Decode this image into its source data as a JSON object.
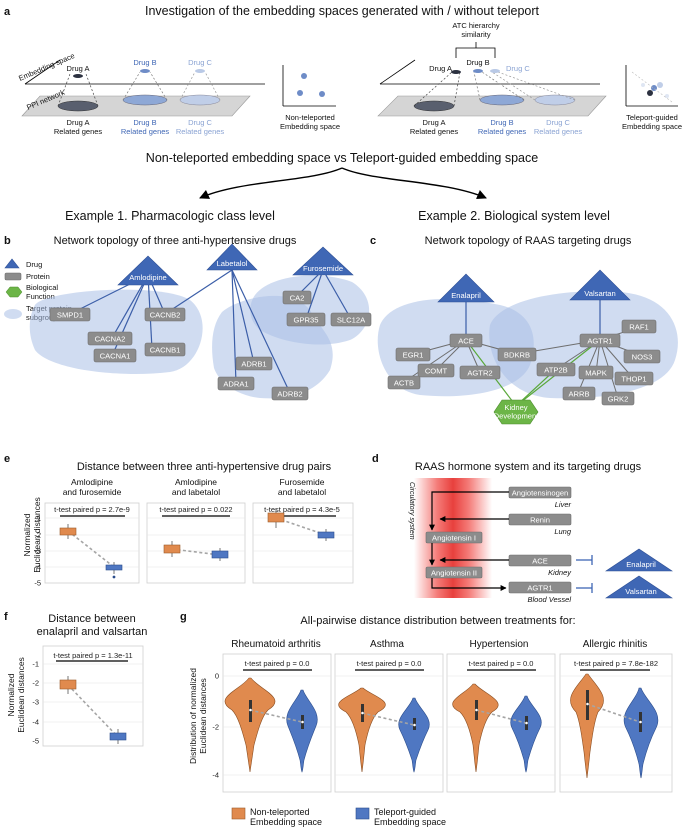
{
  "panel_a": {
    "label": "a",
    "title": "Investigation of the embedding spaces generated with / without teleport",
    "left_embedding_axis": "Embedding space",
    "left_ppi": "PPI network",
    "drugs": [
      "Drug A",
      "Drug B",
      "Drug C"
    ],
    "related_genes": [
      "Drug A\nRelated genes",
      "Drug B\nRelated genes",
      "Drug C\nRelated genes"
    ],
    "left_space_label": "Non-teleported\nEmbedding space",
    "atc_label": "ATC hierarchy\nsimilarity",
    "right_space_label": "Teleport-guided\nEmbedding space",
    "vs_title": "Non-teleported embedding space  vs  Teleport-guided embedding space",
    "example1": "Example 1. Pharmacologic class level",
    "example2": "Example 2. Biological system level"
  },
  "panel_b": {
    "label": "b",
    "title": "Network topology of three anti-hypertensive drugs",
    "legend": {
      "drug": "Drug",
      "protein": "Protein",
      "bio_function": "Biological\nFunction",
      "target_subgroup": "Target protein\nsubgroup"
    },
    "drugs": [
      "Amlodipine",
      "Labetalol",
      "Furosemide"
    ],
    "proteins": [
      "SMPD1",
      "CACNB2",
      "CACNA2",
      "CACNA1",
      "CACNB1",
      "ADRB1",
      "ADRA1",
      "ADRB2",
      "CA2",
      "GPR35",
      "SLC12A"
    ]
  },
  "panel_c": {
    "label": "c",
    "title": "Network topology of RAAS targeting drugs",
    "drugs": [
      "Enalapril",
      "Valsartan"
    ],
    "proteins": [
      "ACE",
      "EGR1",
      "COMT",
      "ACTB",
      "AGTR2",
      "BDKRB",
      "AGTR1",
      "RAF1",
      "ATP2B",
      "MAPK",
      "NOS3",
      "THOP1",
      "ARRB",
      "GRK2"
    ],
    "bio_function": "Kidney\nDevelopment"
  },
  "panel_d": {
    "label": "d",
    "title": "RAAS hormone system and its targeting drugs",
    "system_label": "Circulatory system",
    "hormones": [
      "Angiotensin I",
      "Angiotensin II"
    ],
    "sources": [
      {
        "name": "Angiotensinogen",
        "organ": "Liver"
      },
      {
        "name": "Renin",
        "organ": "Lung"
      },
      {
        "name": "ACE",
        "organ": "Kidney"
      },
      {
        "name": "AGTR1",
        "organ": "Blood Vessel"
      }
    ],
    "drugs": [
      "Enalapril",
      "Valsartan"
    ]
  },
  "panel_e": {
    "label": "e",
    "title": "Distance between three anti-hypertensive drug pairs",
    "ylabel": "Normalized\nEuclidean distances",
    "subplots": [
      {
        "title": "Amlodipine\nand furosemide",
        "pvalue": "t-test paired p = 2.7e-9"
      },
      {
        "title": "Amlodipine\nand labetalol",
        "pvalue": "t-test paired p = 0.022"
      },
      {
        "title": "Furosemide\nand labetalol",
        "pvalue": "t-test paired p = 4.3e-5"
      }
    ],
    "yticks": [
      "-1",
      "-2",
      "-3",
      "-4",
      "-5"
    ]
  },
  "panel_f": {
    "label": "f",
    "title": "Distance between\nenalapril and valsartan",
    "ylabel": "Normalized\nEuclidean distances",
    "pvalue": "t-test paired p = 1.3e-11",
    "yticks": [
      "-1",
      "-2",
      "-3",
      "-4",
      "-5"
    ]
  },
  "panel_g": {
    "label": "g",
    "title": "All-pairwise distance distribution between treatments for:",
    "ylabel": "Distribution of normalized\nEuclidean distances",
    "subplots": [
      {
        "title": "Rheumatoid arthritis",
        "pvalue": "t-test paired p = 0.0"
      },
      {
        "title": "Asthma",
        "pvalue": "t-test paired p = 0.0"
      },
      {
        "title": "Hypertension",
        "pvalue": "t-test paired p = 0.0"
      },
      {
        "title": "Allergic rhinitis",
        "pvalue": "t-test paired p = 7.8e-182"
      }
    ],
    "yticks": [
      "0",
      "-2",
      "-4"
    ]
  },
  "legend": {
    "non_teleported": "Non-teleported\nEmbedding space",
    "teleport_guided": "Teleport-guided\nEmbedding space"
  },
  "colors": {
    "orange": "#e08a4e",
    "blue": "#4f77c2",
    "green": "#5aa83a",
    "group": "#a9bfe6",
    "protein": "#8c8c8c",
    "red_band": "#e8403d"
  }
}
